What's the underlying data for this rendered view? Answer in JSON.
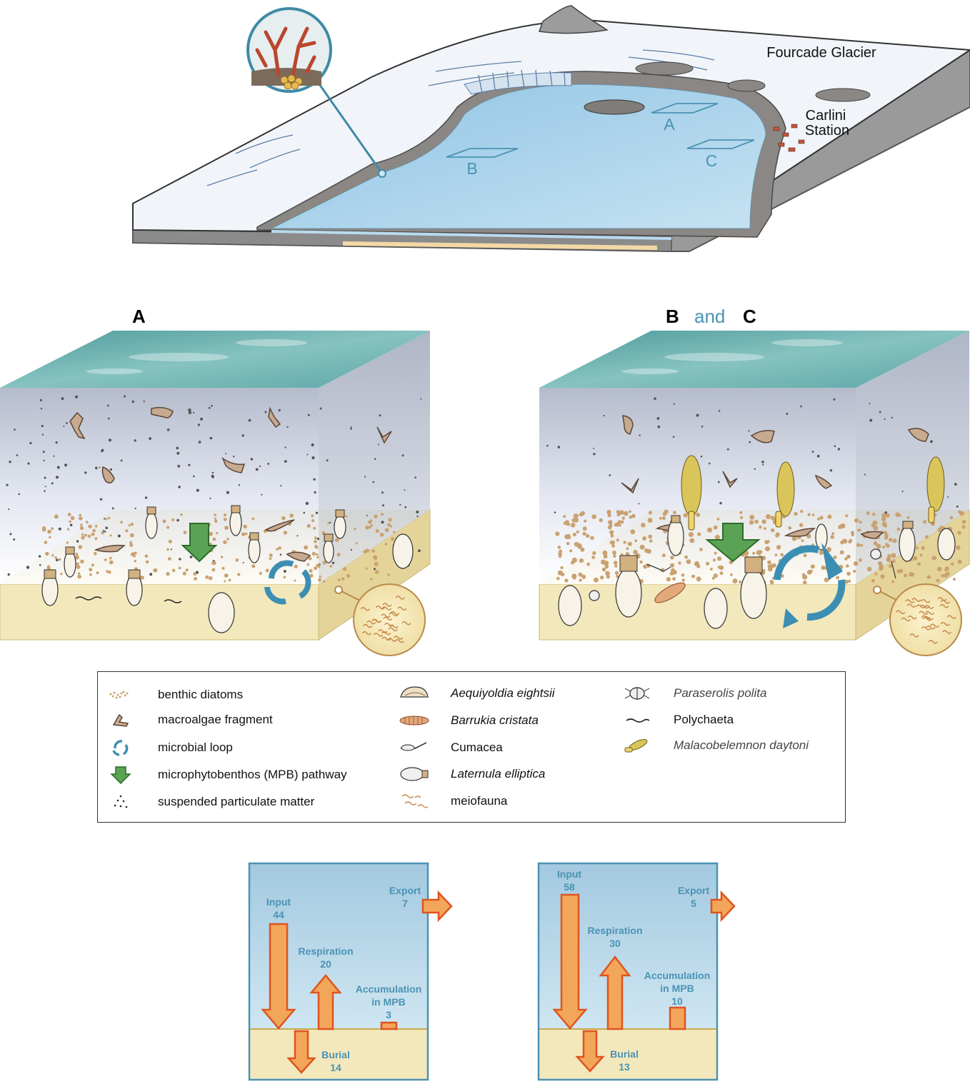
{
  "map": {
    "glacier_label": "Fourcade Glacier",
    "station_label_line1": "Carlini",
    "station_label_line2": "Station",
    "site_a": "A",
    "site_b": "B",
    "site_c": "C"
  },
  "panels": {
    "left_title": "A",
    "right_title_b": "B",
    "right_title_and": "and",
    "right_title_c": "C"
  },
  "legend": {
    "col1": [
      "benthic diatoms",
      "macroalgae fragment",
      "microbial loop",
      "microphytobenthos (MPB) pathway",
      "suspended particulate matter"
    ],
    "col2": [
      "Aequiyoldia eightsii",
      "Barrukia cristata",
      "Cumacea",
      "Laternula elliptica",
      "meiofauna"
    ],
    "col3": [
      "Paraserolis polita",
      "Polychaeta",
      "Malacobelemnon daytoni"
    ]
  },
  "budget_left": {
    "input_label": "Input",
    "input_value": "44",
    "export_label": "Export",
    "export_value": "7",
    "respiration_label": "Respiration",
    "respiration_value": "20",
    "accumulation_label1": "Accumulation",
    "accumulation_label2": "in MPB",
    "accumulation_value": "3",
    "burial_label": "Burial",
    "burial_value": "14"
  },
  "budget_right": {
    "input_label": "Input",
    "input_value": "58",
    "export_label": "Export",
    "export_value": "5",
    "respiration_label": "Respiration",
    "respiration_value": "30",
    "accumulation_label1": "Accumulation",
    "accumulation_label2": "in MPB",
    "accumulation_value": "10",
    "burial_label": "Burial",
    "burial_value": "13"
  },
  "colors": {
    "water": "#b9dbef",
    "sediment": "#f3e8bb",
    "flux_arrow": "#f2a65a",
    "flux_stroke": "#e0531f",
    "label_blue": "#4a93b4",
    "mpb_green": "#5aa354",
    "microbial_loop": "#3c8fb3"
  }
}
